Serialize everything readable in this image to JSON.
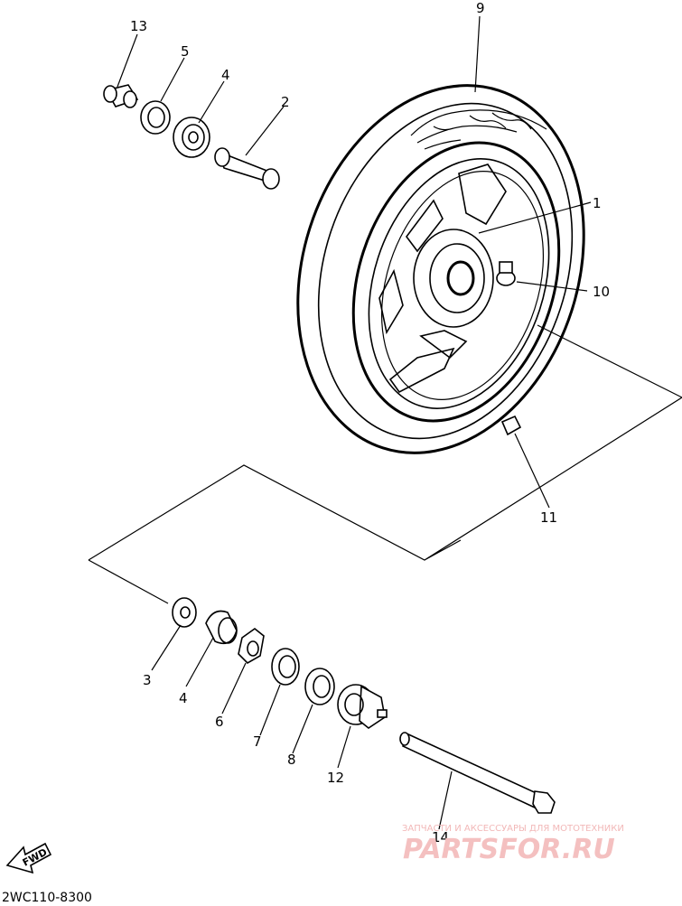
{
  "diagram": {
    "reference_code": "2WC110-8300",
    "fwd_label": "FWD",
    "watermark": {
      "tagline": "ЗАПЧАСТИ И АКСЕССУАРЫ ДЛЯ МОТОТЕХНИКИ",
      "brand": "PARTSFOR.RU"
    },
    "callouts": {
      "c13": "13",
      "c5": "5",
      "c4a": "4",
      "c2": "2",
      "c9": "9",
      "c1": "1",
      "c10": "10",
      "c11": "11",
      "c3": "3",
      "c4b": "4",
      "c6": "6",
      "c7": "7",
      "c8": "8",
      "c12": "12",
      "c14": "14"
    }
  }
}
